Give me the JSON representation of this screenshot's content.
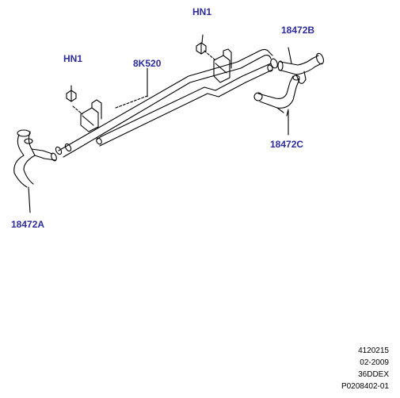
{
  "colors": {
    "callout_text": "#2b2b9e",
    "line_art": "#000000",
    "background": "#ffffff"
  },
  "callouts": {
    "hn1_top": "HN1",
    "hn1_left": "HN1",
    "part_8k520": "8K520",
    "part_18472b": "18472B",
    "part_18472c": "18472C",
    "part_18472a": "18472A"
  },
  "footer": {
    "line1": "4120215",
    "line2": "02-2009",
    "line3": "36DDEX",
    "line4": "P0208402-01"
  }
}
